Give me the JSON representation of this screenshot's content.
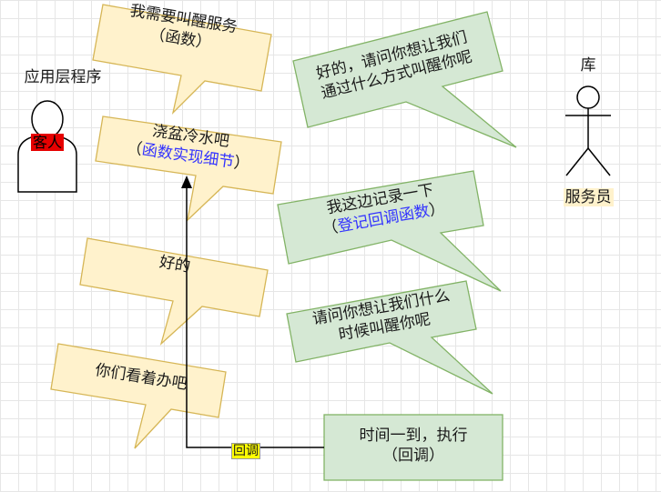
{
  "actors": {
    "client": {
      "title": "应用层程序",
      "tag": "客人"
    },
    "server": {
      "title": "库",
      "tag": "服务员"
    }
  },
  "bubbles": {
    "need_wakeup": {
      "line1": "我需要叫醒服务",
      "line2": "（函数）"
    },
    "how_wakeup": {
      "line1": "好的，请问你想让我们",
      "line2": "通过什么方式叫醒你呢"
    },
    "cold_water": {
      "line1": "浇盆冷水吧",
      "paren_open": "（",
      "blue": "函数实现细节",
      "paren_close": "）"
    },
    "record": {
      "line1": "我这边记录一下",
      "paren_open": "（",
      "blue": "登记回调函数",
      "paren_close": "）"
    },
    "ok": {
      "line1": "好的"
    },
    "when_wakeup": {
      "line1": "请问你想让我们什么",
      "line2": "时候叫醒你呢"
    },
    "whatever": {
      "line1": "你们看着办吧"
    }
  },
  "execute_box": {
    "line1": "时间一到，执行",
    "line2": "（回调）"
  },
  "callback_label": "回调",
  "colors": {
    "yellow_fill": "#fff2cc",
    "yellow_stroke": "#d6b656",
    "green_fill": "#d5e8d4",
    "green_stroke": "#82b366",
    "highlight_blue": "#3333ff",
    "tag_red": "#e60000",
    "tag_yellow": "#ffff00"
  }
}
